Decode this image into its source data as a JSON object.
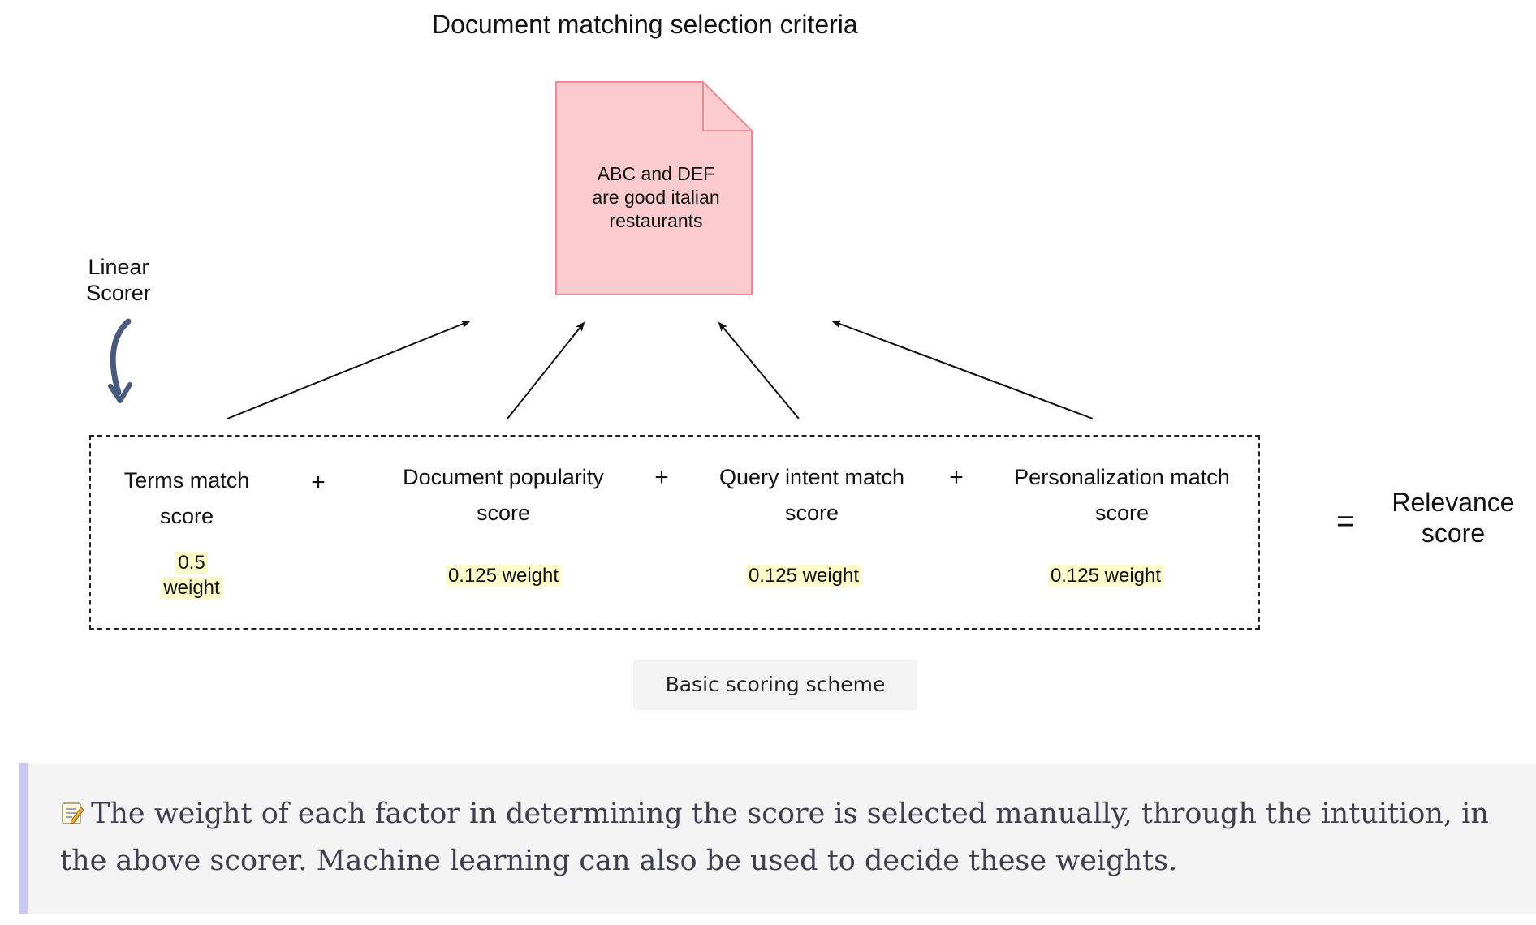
{
  "diagram": {
    "title": "Document matching selection criteria",
    "document_text": [
      "ABC and DEF",
      "are good italian",
      "restaurants"
    ],
    "side_label": [
      "Linear",
      "Scorer"
    ],
    "factors": [
      {
        "label": [
          "Terms match",
          "score"
        ],
        "weight": [
          "0.5",
          "weight"
        ]
      },
      {
        "label": [
          "Document popularity",
          "score"
        ],
        "weight": [
          "0.125 weight"
        ]
      },
      {
        "label": [
          "Query intent match",
          "score"
        ],
        "weight": [
          "0.125 weight"
        ]
      },
      {
        "label": [
          "Personalization match",
          "score"
        ],
        "weight": [
          "0.125 weight"
        ]
      }
    ],
    "operator_plus": "+",
    "operator_equals": "=",
    "result": [
      "Relevance",
      "score"
    ],
    "caption": "Basic scoring scheme"
  },
  "note": {
    "icon": "memo-icon",
    "text": "The weight of each factor in determining the score is selected manually, through the intuition, in the above scorer. Machine learning can also be used to decide these weights."
  },
  "colors": {
    "document_fill": "#fccbcf",
    "document_stroke": "#f08a92",
    "weight_highlight": "#fdfbc9",
    "note_border": "#c8c9f5",
    "note_background": "#f4f4f4",
    "curved_arrow": "#4a5a7a"
  }
}
